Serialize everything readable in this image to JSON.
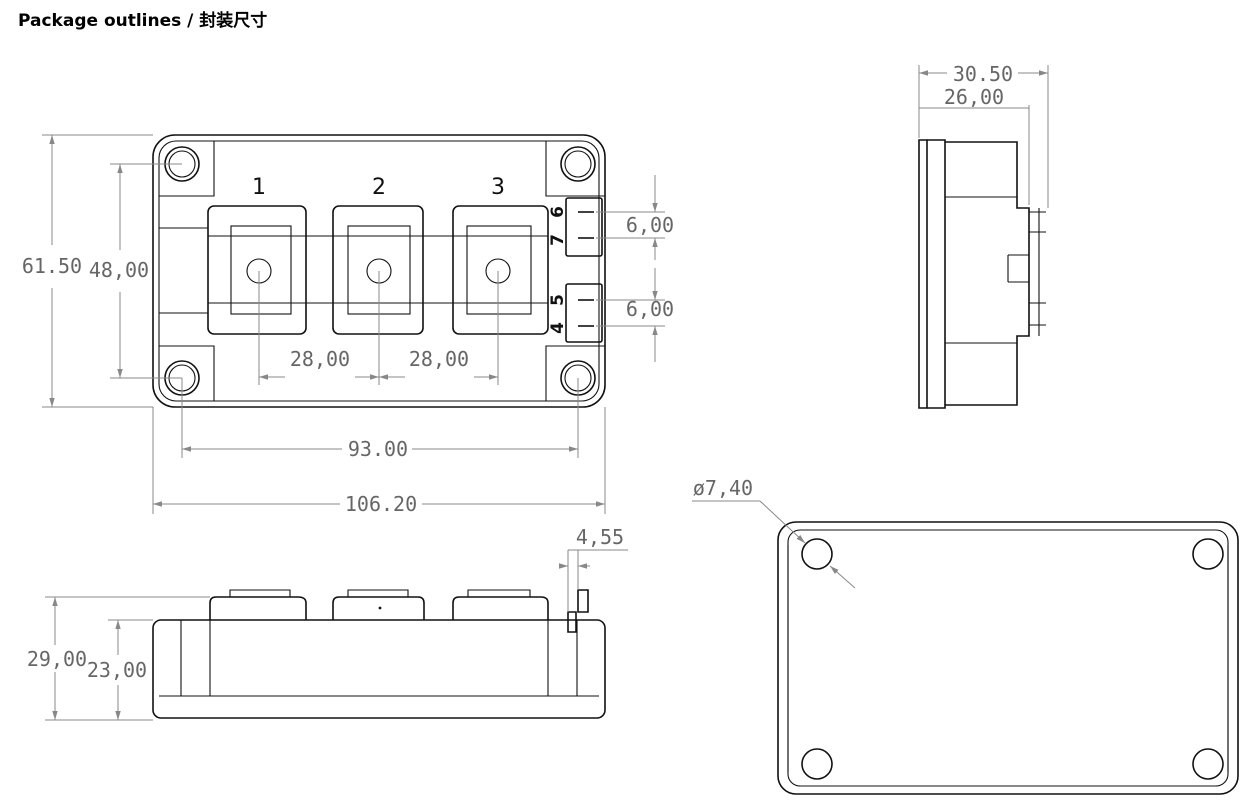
{
  "title": "Package outlines / 封装尺寸",
  "terminals": [
    "1",
    "2",
    "3"
  ],
  "aux_pins": [
    "6",
    "7",
    "5",
    "4"
  ],
  "dimensions": {
    "overall_height": "61.50",
    "hole_pitch_vertical": "48,00",
    "aux_pitch_upper": "6,00",
    "aux_pitch_lower": "6,00",
    "terminal_pitch_1": "28,00",
    "terminal_pitch_2": "28,00",
    "hole_pitch_horizontal": "93.00",
    "overall_length": "106.20",
    "side_depth_overall": "30.50",
    "side_depth_body": "26,00",
    "hole_diameter": "ø7,40",
    "aux_pin_offset": "4,55",
    "overall_thickness": "29,00",
    "body_thickness": "23,00"
  }
}
